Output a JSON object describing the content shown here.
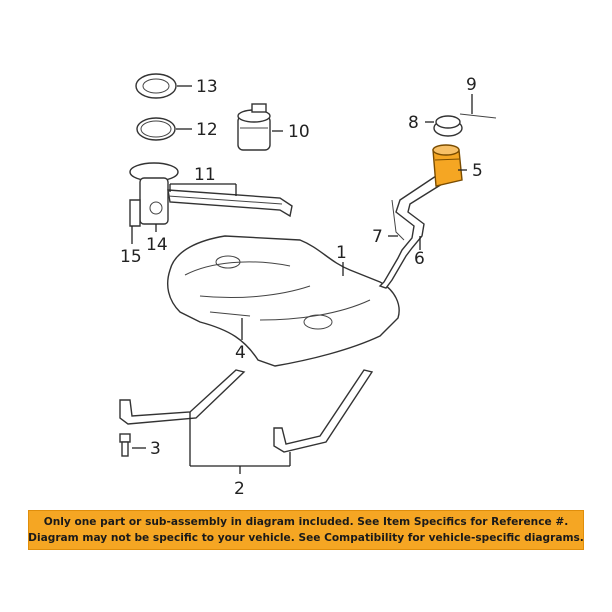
{
  "callouts": [
    "1",
    "2",
    "3",
    "4",
    "5",
    "6",
    "7",
    "8",
    "9",
    "10",
    "11",
    "12",
    "13",
    "14",
    "15"
  ],
  "banner": {
    "line1": "Only one part or sub-assembly in diagram included. See Item Specifics for Reference #.",
    "line2": "Diagram may not be specific to your vehicle. See Compatibility for vehicle-specific diagrams."
  },
  "colors": {
    "highlight_part": "#f5a623",
    "banner_bg": "#f5a623",
    "line": "#222222"
  }
}
